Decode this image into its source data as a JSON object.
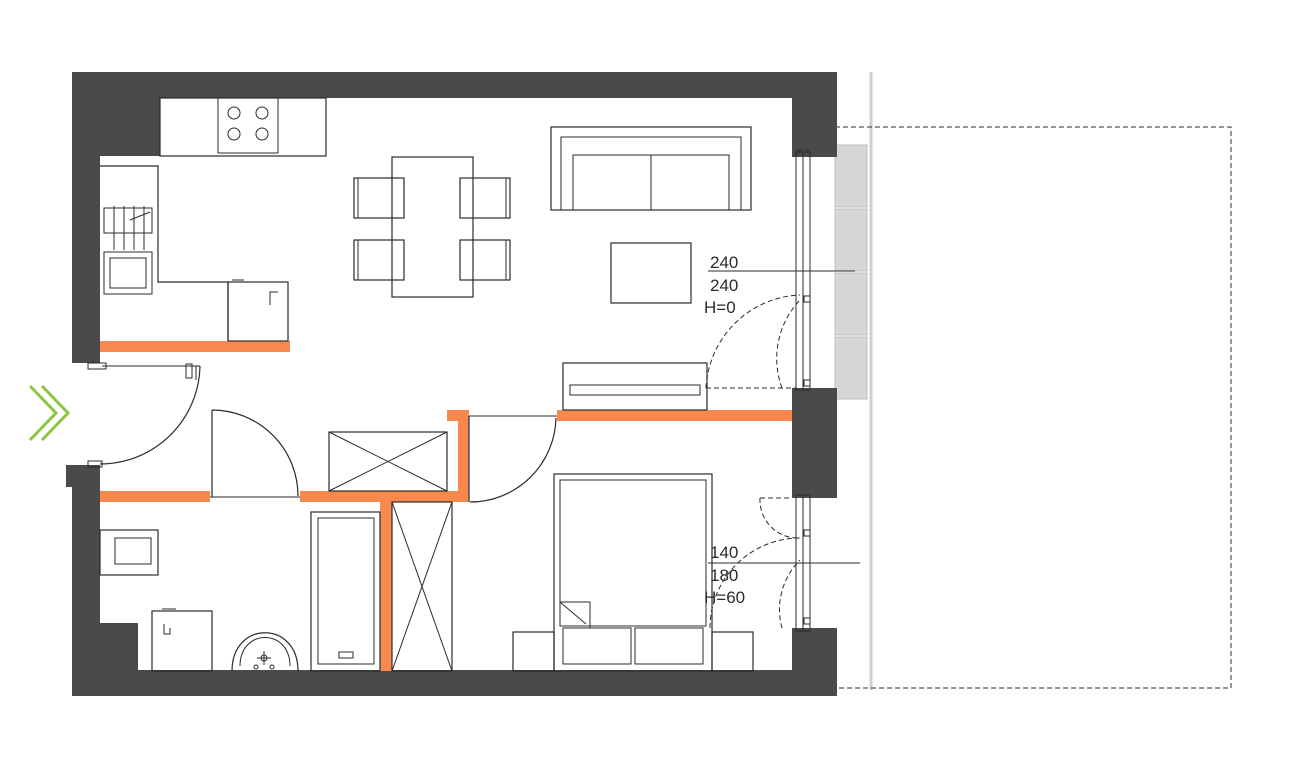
{
  "window_annotations": [
    {
      "width": "240",
      "height": "240",
      "sill": "H=0"
    },
    {
      "width": "140",
      "height": "180",
      "sill": "H=60"
    }
  ],
  "colors": {
    "wall": "#4a4a4a",
    "partition": "#f7894f",
    "entry_arrow": "#8cc63f",
    "balcony_tiles": "#d6d6d6"
  },
  "icons": {
    "entry": "double-chevron-right-icon"
  }
}
